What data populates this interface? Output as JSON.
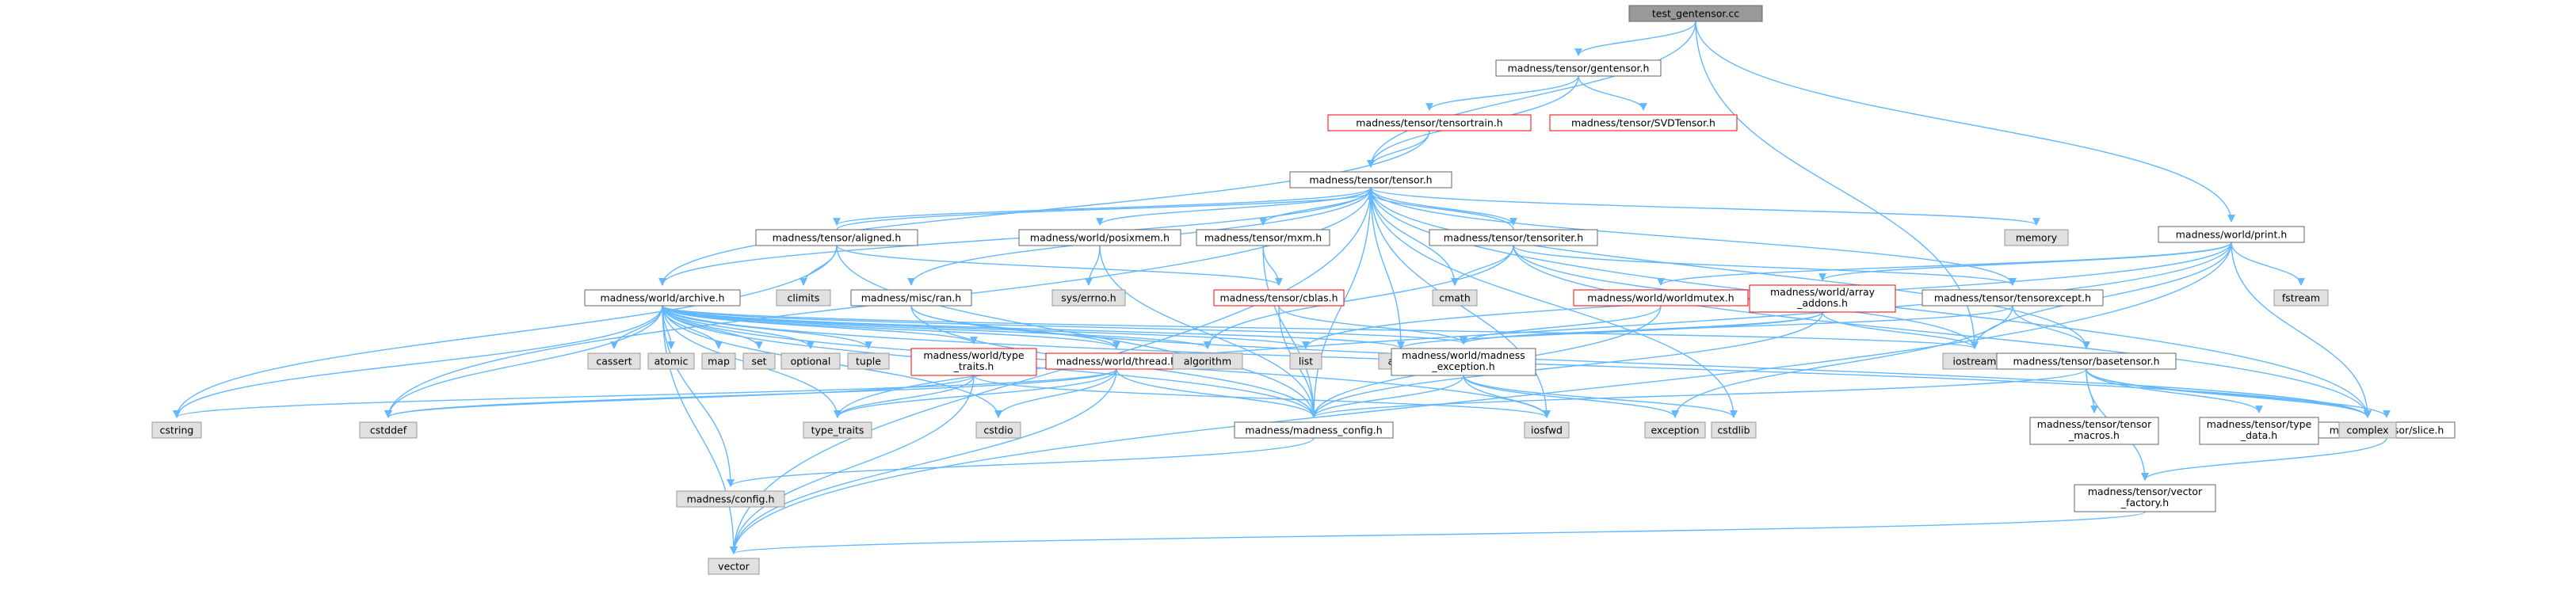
{
  "colors": {
    "edge": "#63b8ff",
    "missing_border": "#ff0000",
    "system_fill": "#e0e0e0",
    "root_fill": "#999999"
  },
  "nodes": {
    "root": {
      "lines": [
        "test_gentensor.cc"
      ],
      "kind": "root"
    },
    "gentensor": {
      "lines": [
        "madness/tensor/gentensor.h"
      ],
      "kind": "normal"
    },
    "tensortrain": {
      "lines": [
        "madness/tensor/tensortrain.h"
      ],
      "kind": "red"
    },
    "svdtensor": {
      "lines": [
        "madness/tensor/SVDTensor.h"
      ],
      "kind": "red"
    },
    "tensor": {
      "lines": [
        "madness/tensor/tensor.h"
      ],
      "kind": "normal"
    },
    "print": {
      "lines": [
        "madness/world/print.h"
      ],
      "kind": "normal"
    },
    "aligned": {
      "lines": [
        "madness/tensor/aligned.h"
      ],
      "kind": "normal"
    },
    "posixmem": {
      "lines": [
        "madness/world/posixmem.h"
      ],
      "kind": "normal"
    },
    "mxm": {
      "lines": [
        "madness/tensor/mxm.h"
      ],
      "kind": "normal"
    },
    "tensoriter": {
      "lines": [
        "madness/tensor/tensoriter.h"
      ],
      "kind": "normal"
    },
    "memory": {
      "lines": [
        "memory"
      ],
      "kind": "sys"
    },
    "fstream": {
      "lines": [
        "fstream"
      ],
      "kind": "sys"
    },
    "archive": {
      "lines": [
        "madness/world/archive.h"
      ],
      "kind": "normal"
    },
    "climits": {
      "lines": [
        "climits"
      ],
      "kind": "sys"
    },
    "ran": {
      "lines": [
        "madness/misc/ran.h"
      ],
      "kind": "normal"
    },
    "syserrno": {
      "lines": [
        "sys/errno.h"
      ],
      "kind": "sys"
    },
    "cblas": {
      "lines": [
        "madness/tensor/cblas.h"
      ],
      "kind": "red"
    },
    "cmath": {
      "lines": [
        "cmath"
      ],
      "kind": "sys"
    },
    "worldmutex": {
      "lines": [
        "madness/world/worldmutex.h"
      ],
      "kind": "red"
    },
    "arrayaddons": {
      "lines": [
        "madness/world/array",
        "_addons.h"
      ],
      "kind": "red"
    },
    "tensorexcept": {
      "lines": [
        "madness/tensor/tensorexcept.h"
      ],
      "kind": "normal"
    },
    "cassert": {
      "lines": [
        "cassert"
      ],
      "kind": "sys"
    },
    "atomic": {
      "lines": [
        "atomic"
      ],
      "kind": "sys"
    },
    "map": {
      "lines": [
        "map"
      ],
      "kind": "sys"
    },
    "set": {
      "lines": [
        "set"
      ],
      "kind": "sys"
    },
    "optional": {
      "lines": [
        "optional"
      ],
      "kind": "sys"
    },
    "tuple": {
      "lines": [
        "tuple"
      ],
      "kind": "sys"
    },
    "typetraitsh": {
      "lines": [
        "madness/world/type",
        "_traits.h"
      ],
      "kind": "red"
    },
    "thread": {
      "lines": [
        "madness/world/thread.h"
      ],
      "kind": "red"
    },
    "algorithm": {
      "lines": [
        "algorithm"
      ],
      "kind": "sys"
    },
    "list": {
      "lines": [
        "list"
      ],
      "kind": "sys"
    },
    "array": {
      "lines": [
        "array"
      ],
      "kind": "sys"
    },
    "madexc": {
      "lines": [
        "madness/world/madness",
        "_exception.h"
      ],
      "kind": "normal"
    },
    "iostream": {
      "lines": [
        "iostream"
      ],
      "kind": "sys"
    },
    "basetensor": {
      "lines": [
        "madness/tensor/basetensor.h"
      ],
      "kind": "normal"
    },
    "cstring": {
      "lines": [
        "cstring"
      ],
      "kind": "sys"
    },
    "cstddef": {
      "lines": [
        "cstddef"
      ],
      "kind": "sys"
    },
    "type_traits": {
      "lines": [
        "type_traits"
      ],
      "kind": "sys"
    },
    "cstdio": {
      "lines": [
        "cstdio"
      ],
      "kind": "sys"
    },
    "madconfig": {
      "lines": [
        "madness/madness_config.h"
      ],
      "kind": "normal"
    },
    "iosfwd": {
      "lines": [
        "iosfwd"
      ],
      "kind": "sys"
    },
    "exception": {
      "lines": [
        "exception"
      ],
      "kind": "sys"
    },
    "cstdlib": {
      "lines": [
        "cstdlib"
      ],
      "kind": "sys"
    },
    "tensormacros": {
      "lines": [
        "madness/tensor/tensor",
        "_macros.h"
      ],
      "kind": "normal"
    },
    "typedata": {
      "lines": [
        "madness/tensor/type",
        "_data.h"
      ],
      "kind": "normal"
    },
    "slice": {
      "lines": [
        "madness/tensor/slice.h"
      ],
      "kind": "normal"
    },
    "complex": {
      "lines": [
        "complex"
      ],
      "kind": "sys"
    },
    "config": {
      "lines": [
        "madness/config.h"
      ],
      "kind": "sys"
    },
    "vectorfactory": {
      "lines": [
        "madness/tensor/vector",
        "_factory.h"
      ],
      "kind": "normal"
    },
    "vector": {
      "lines": [
        "vector"
      ],
      "kind": "sys"
    }
  },
  "edges": [
    [
      "root",
      "gentensor"
    ],
    [
      "root",
      "tensor"
    ],
    [
      "root",
      "print"
    ],
    [
      "root",
      "iostream"
    ],
    [
      "gentensor",
      "tensortrain"
    ],
    [
      "gentensor",
      "svdtensor"
    ],
    [
      "gentensor",
      "tensor"
    ],
    [
      "tensortrain",
      "tensor"
    ],
    [
      "tensortrain",
      "archive"
    ],
    [
      "tensor",
      "memory"
    ],
    [
      "tensor",
      "complex"
    ],
    [
      "tensor",
      "vector"
    ],
    [
      "tensor",
      "cmath"
    ],
    [
      "tensor",
      "array"
    ],
    [
      "tensor",
      "aligned"
    ],
    [
      "tensor",
      "posixmem"
    ],
    [
      "tensor",
      "mxm"
    ],
    [
      "tensor",
      "tensoriter"
    ],
    [
      "tensor",
      "ran"
    ],
    [
      "tensor",
      "archive"
    ],
    [
      "tensor",
      "basetensor"
    ],
    [
      "tensor",
      "tensorexcept"
    ],
    [
      "tensor",
      "madconfig"
    ],
    [
      "tensor",
      "cstddef"
    ],
    [
      "tensor",
      "cstdlib"
    ],
    [
      "tensor",
      "iosfwd"
    ],
    [
      "aligned",
      "tensor"
    ],
    [
      "aligned",
      "climits"
    ],
    [
      "aligned",
      "cstring"
    ],
    [
      "aligned",
      "cblas"
    ],
    [
      "aligned",
      "madconfig"
    ],
    [
      "posixmem",
      "syserrno"
    ],
    [
      "posixmem",
      "madconfig"
    ],
    [
      "mxm",
      "cblas"
    ],
    [
      "mxm",
      "madconfig"
    ],
    [
      "tensoriter",
      "tensor"
    ],
    [
      "tensoriter",
      "cmath"
    ],
    [
      "tensoriter",
      "algorithm"
    ],
    [
      "tensoriter",
      "iostream"
    ],
    [
      "tensoriter",
      "complex"
    ],
    [
      "tensoriter",
      "tensorexcept"
    ],
    [
      "ran",
      "thread"
    ],
    [
      "ran",
      "madconfig"
    ],
    [
      "ran",
      "complex"
    ],
    [
      "cblas",
      "madconfig"
    ],
    [
      "cblas",
      "madexc"
    ],
    [
      "print",
      "complex"
    ],
    [
      "print",
      "list"
    ],
    [
      "print",
      "vector"
    ],
    [
      "print",
      "fstream"
    ],
    [
      "print",
      "iostream"
    ],
    [
      "print",
      "worldmutex"
    ],
    [
      "print",
      "arrayaddons"
    ],
    [
      "print",
      "type_traits"
    ],
    [
      "worldmutex",
      "madexc"
    ],
    [
      "worldmutex",
      "madconfig"
    ],
    [
      "arrayaddons",
      "array"
    ],
    [
      "arrayaddons",
      "madexc"
    ],
    [
      "arrayaddons",
      "madconfig"
    ],
    [
      "arrayaddons",
      "iostream"
    ],
    [
      "tensorexcept",
      "basetensor"
    ],
    [
      "tensorexcept",
      "madexc"
    ],
    [
      "tensorexcept",
      "exception"
    ],
    [
      "archive",
      "cassert"
    ],
    [
      "archive",
      "atomic"
    ],
    [
      "archive",
      "map"
    ],
    [
      "archive",
      "set"
    ],
    [
      "archive",
      "optional"
    ],
    [
      "archive",
      "tuple"
    ],
    [
      "archive",
      "typetraitsh"
    ],
    [
      "archive",
      "thread"
    ],
    [
      "archive",
      "algorithm"
    ],
    [
      "archive",
      "list"
    ],
    [
      "archive",
      "array"
    ],
    [
      "archive",
      "madexc"
    ],
    [
      "archive",
      "iostream"
    ],
    [
      "archive",
      "cstring"
    ],
    [
      "archive",
      "cstddef"
    ],
    [
      "archive",
      "type_traits"
    ],
    [
      "archive",
      "cstdio"
    ],
    [
      "archive",
      "madconfig"
    ],
    [
      "archive",
      "iosfwd"
    ],
    [
      "archive",
      "complex"
    ],
    [
      "archive",
      "config"
    ],
    [
      "archive",
      "vector"
    ],
    [
      "typetraitsh",
      "cstddef"
    ],
    [
      "typetraitsh",
      "type_traits"
    ],
    [
      "typetraitsh",
      "vector"
    ],
    [
      "typetraitsh",
      "iosfwd"
    ],
    [
      "thread",
      "cstring"
    ],
    [
      "thread",
      "cstddef"
    ],
    [
      "thread",
      "type_traits"
    ],
    [
      "thread",
      "cstdio"
    ],
    [
      "thread",
      "madconfig"
    ],
    [
      "thread",
      "vector"
    ],
    [
      "madexc",
      "madconfig"
    ],
    [
      "madexc",
      "iosfwd"
    ],
    [
      "madexc",
      "exception"
    ],
    [
      "madexc",
      "cstdlib"
    ],
    [
      "madconfig",
      "config"
    ],
    [
      "basetensor",
      "madconfig"
    ],
    [
      "basetensor",
      "tensormacros"
    ],
    [
      "basetensor",
      "typedata"
    ],
    [
      "basetensor",
      "slice"
    ],
    [
      "basetensor",
      "vectorfactory"
    ],
    [
      "basetensor",
      "complex"
    ],
    [
      "slice",
      "vectorfactory"
    ],
    [
      "vectorfactory",
      "vector"
    ]
  ]
}
